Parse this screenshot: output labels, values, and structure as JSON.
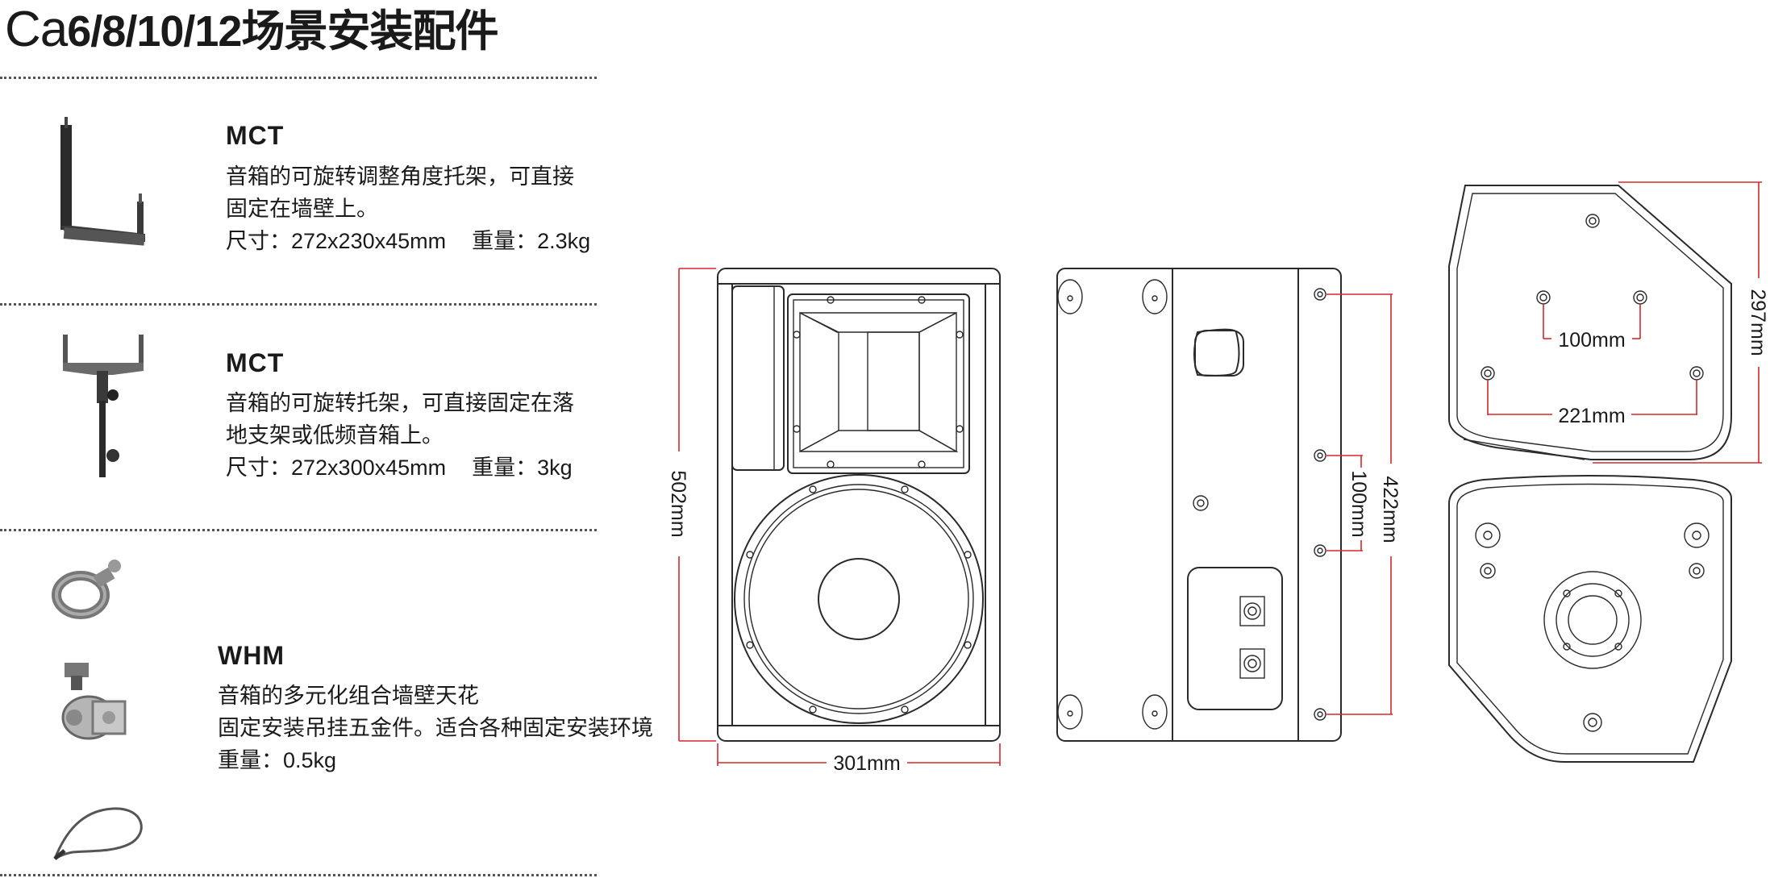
{
  "title": {
    "model": "Ca",
    "text": "6/8/10/12场景安装配件"
  },
  "items": [
    {
      "name": "MCT",
      "desc1": "音箱的可旋转调整角度托架，可直接",
      "desc2": "固定在墙壁上。",
      "spec": "尺寸：272x230x45mm",
      "weight": "重量：2.3kg"
    },
    {
      "name": "MCT",
      "desc1": "音箱的可旋转托架，可直接固定在落",
      "desc2": "地支架或低频音箱上。",
      "spec": "尺寸：272x300x45mm",
      "weight": "重量：3kg"
    },
    {
      "name": "WHM",
      "desc1": "音箱的多元化组合墙壁天花",
      "desc2": "固定安装吊挂五金件。适合各种固定安装环境",
      "weight": "重量：0.5kg"
    }
  ],
  "dimensions": {
    "front_height": "502mm",
    "front_width": "301mm",
    "side_pitch": "100mm",
    "side_span": "422mm",
    "top_pitch": "100mm",
    "top_span": "221mm",
    "top_depth": "297mm"
  },
  "colors": {
    "dimension_line": "#d9262c",
    "outline": "#2a2a2a",
    "text": "#1a1a1a"
  }
}
